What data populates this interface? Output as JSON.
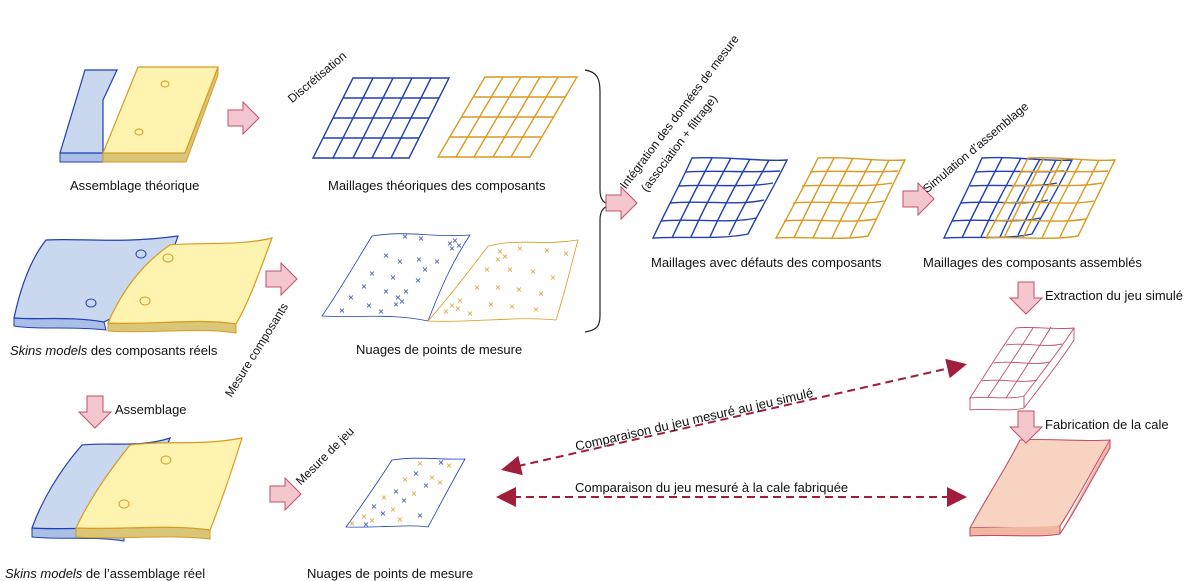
{
  "colors": {
    "blue": "#1f3fb5",
    "blue_fill": "#c9d7ef",
    "yellow": "#d99a1e",
    "yellow_fill": "#fff3b0",
    "arrow_fill": "#f4c7cf",
    "arrow_stroke": "#c0506a",
    "dashed": "#a01e3c",
    "shim_fill": "#f9d3c2"
  },
  "labels": {
    "assemblage_theorique": "Assemblage théorique",
    "maillages_theoriques": "Maillages théoriques des composants",
    "skins_models_italic": "Skins models",
    "skins_models_rest": " des composants réels",
    "nuages_points_1": "Nuages de points de mesure",
    "maillages_defauts": "Maillages avec défauts des composants",
    "maillages_assembles": "Maillages des composants assemblés",
    "skins_assemblage_italic": "Skins models",
    "skins_assemblage_rest": " de l’assemblage réel",
    "nuages_points_2": "Nuages de points de mesure",
    "extraction": "Extraction du jeu simulé",
    "fabrication": "Fabrication de la cale",
    "assemblage": "Assemblage",
    "comparaison_simule": "Comparaison du jeu mesuré au jeu simulé",
    "comparaison_cale": "Comparaison du jeu mesuré à la cale fabriquée"
  },
  "rotated": {
    "discretisation": "Discrétisation",
    "mesure_composants": "Mesure composants",
    "mesure_jeu": "Mesure de jeu",
    "simulation": "Simulation d’assemblage",
    "integration_line1": "Intégration des données de mesure",
    "integration_line2": "(association + filtrage)"
  },
  "icons": [
    "block-arrow-icon",
    "dashed-double-arrow-icon",
    "brace-icon",
    "mesh-icon",
    "point-cloud-icon"
  ]
}
